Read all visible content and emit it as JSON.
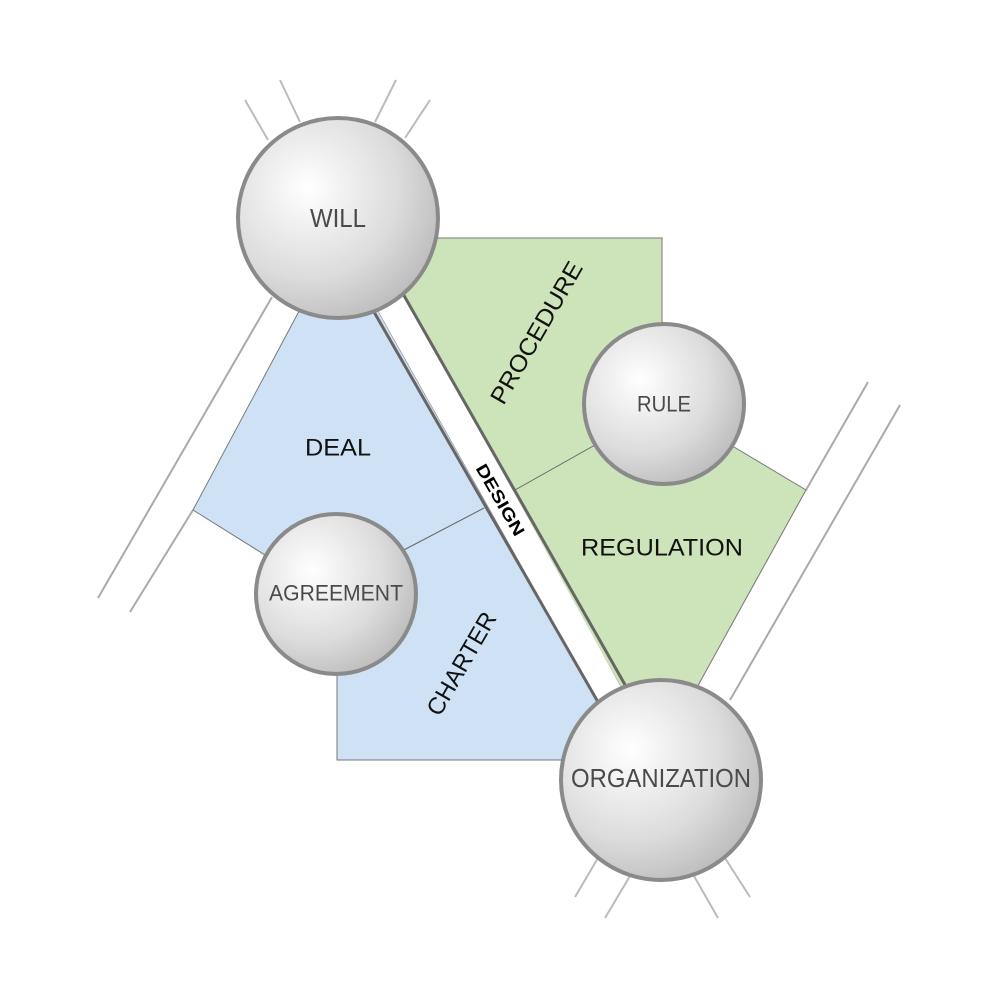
{
  "nodes": {
    "will": "WILL",
    "rule": "RULE",
    "agreement": "AGREEMENT",
    "organization": "ORGANIZATION"
  },
  "areas": {
    "procedure": "PROCEDURE",
    "deal": "DEAL",
    "regulation": "REGULATION",
    "charter": "CHARTER"
  },
  "strip": "DESIGN",
  "colors": {
    "blue_area": "#cfe2f5",
    "green_area": "#cde3b9",
    "strip_edge": "#666666",
    "node_stroke": "#8a8a8a"
  }
}
